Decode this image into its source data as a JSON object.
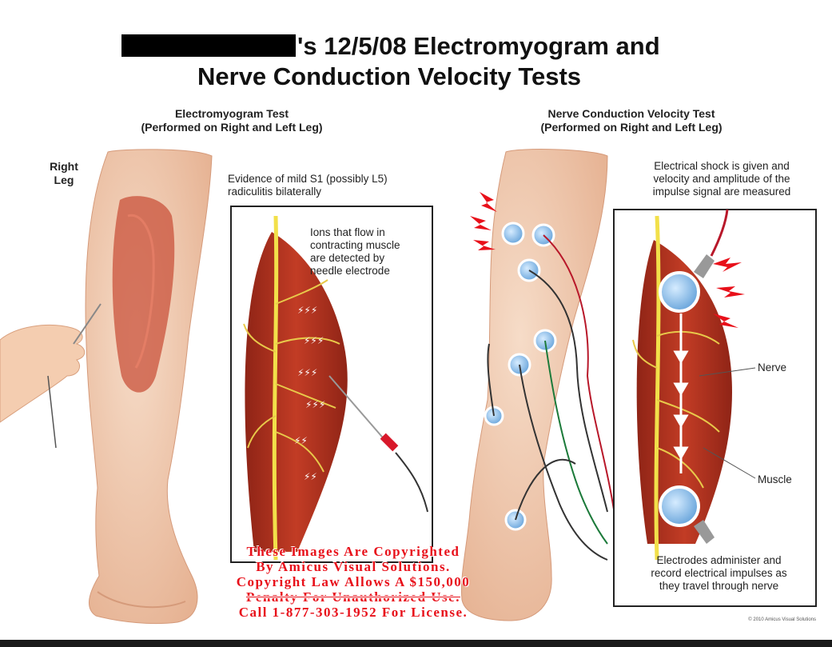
{
  "title": {
    "line1_suffix": "'s 12/5/08 Electromyogram and",
    "line2": "Nerve Conduction Velocity Tests"
  },
  "left_panel": {
    "heading_line1": "Electromyogram Test",
    "heading_line2": "(Performed on Right and Left Leg)",
    "side_label_line1": "Right",
    "side_label_line2": "Leg",
    "finding_line1": "Evidence of mild S1 (possibly L5)",
    "finding_line2": "radiculitis bilaterally",
    "inset_line1": "Ions that flow in",
    "inset_line2": "contracting muscle",
    "inset_line3": "are detected by",
    "inset_line4": "needle electrode"
  },
  "right_panel": {
    "heading_line1": "Nerve Conduction Velocity Test",
    "heading_line2": "(Performed on Right and Left Leg)",
    "desc_line1": "Electrical shock is given and",
    "desc_line2": "velocity and amplitude of the",
    "desc_line3": "impulse signal are measured",
    "label_nerve": "Nerve",
    "label_muscle": "Muscle",
    "caption_line1": "Electrodes administer and",
    "caption_line2": "record electrical impulses as",
    "caption_line3": "they travel through nerve"
  },
  "watermark": {
    "line1": "These Images Are Copyrighted",
    "line2": "By Amicus Visual Solutions.",
    "line3": "Copyright Law Allows A $150,000",
    "line4": "Penalty For Unauthorized Use.",
    "line5": "Call 1-877-303-1952 For License."
  },
  "credit": "© 2010 Amicus Visual Solutions",
  "colors": {
    "skin": "#f2c9ad",
    "muscle": "#b8321f",
    "nerve": "#f2e04a",
    "accent_red": "#e8101a",
    "electrode": "#7fb6e6"
  }
}
